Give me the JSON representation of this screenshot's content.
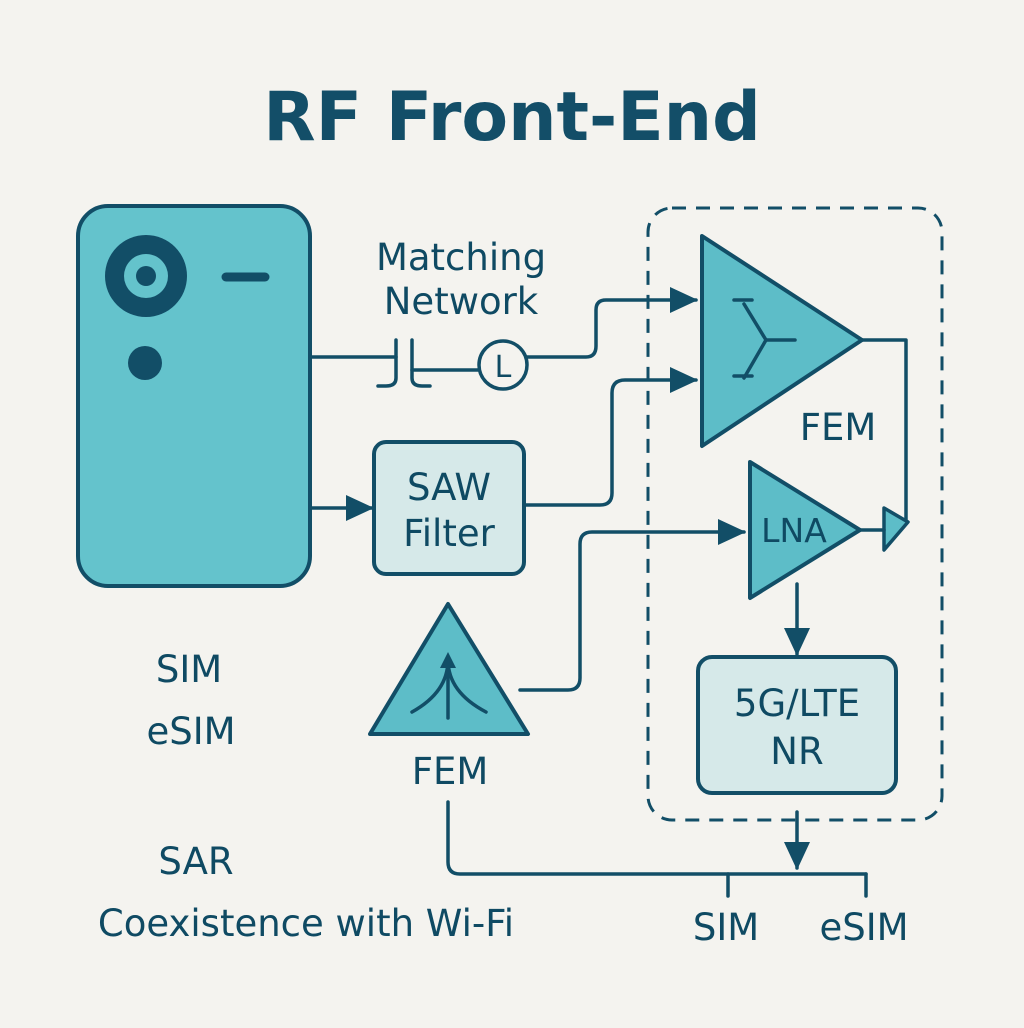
{
  "title": "RF Front-End",
  "matching_network": {
    "line1": "Matching",
    "line2": "Network",
    "inductor_symbol": "L"
  },
  "saw_filter": {
    "line1": "SAW",
    "line2": "Filter"
  },
  "fem_upper": {
    "label": "FEM"
  },
  "lna": {
    "label": "LNA"
  },
  "modem": {
    "line1": "5G/LTE",
    "line2": "NR"
  },
  "fem_lower": {
    "label": "FEM"
  },
  "side_labels": {
    "sim": "SIM",
    "esim": "eSIM",
    "sar": "SAR",
    "coexistence": "Coexistence with Wi-Fi"
  },
  "bus_labels": {
    "sim": "SIM",
    "esim": "eSIM"
  },
  "colors": {
    "background": "#f4f3ef",
    "device_fill": "#64c3cc",
    "amp_fill": "#5dbdc8",
    "box_fill": "#d6e9e9",
    "ink": "#124e67"
  }
}
